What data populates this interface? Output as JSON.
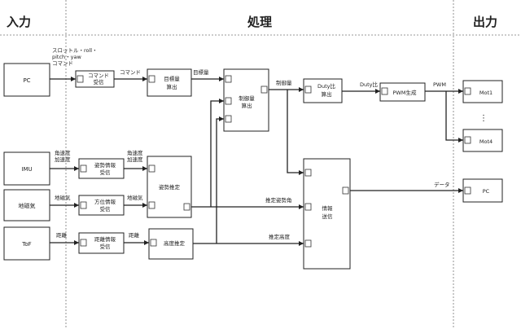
{
  "headers": {
    "input": "入力",
    "process": "処理",
    "output": "出力"
  },
  "blocks": {
    "pc_in": "PC",
    "imu": "IMU",
    "mag": "地磁気",
    "tof": "ToF",
    "cmd_rx": [
      "コマンド",
      "受信"
    ],
    "att_rx": [
      "姿勢情報",
      "受信"
    ],
    "dir_rx": [
      "方位情報",
      "受信"
    ],
    "dist_rx": [
      "距離情報",
      "受信"
    ],
    "target": [
      "目標量",
      "算出"
    ],
    "ctrl": [
      "制御量",
      "算出"
    ],
    "att_est": "姿勢推定",
    "alt_est": "高度推定",
    "duty": [
      "Duty比",
      "算出"
    ],
    "pwm": "PWM生成",
    "mot1": "Mot1",
    "mot_dots": "⋮",
    "mot4": "Mot4",
    "info": [
      "情報",
      "送信"
    ],
    "pc_out": "PC"
  },
  "labels": {
    "throttle": [
      "スロットル・roll・",
      "pitch・yaw",
      "コマンド"
    ],
    "angvel": [
      "角速度",
      "加速度"
    ],
    "geomag": "地磁気",
    "dist1": "距離",
    "command": "コマンド",
    "target_val": "目標量",
    "angvel2": [
      "角速度",
      "加速度"
    ],
    "geomag2": "地磁気",
    "dist2": "距離",
    "ctrl_val": "制御量",
    "duty_val": "Duty比",
    "pwm_val": "PWM",
    "est_att": "推定姿勢角",
    "est_alt": "推定高度",
    "data": "データ"
  }
}
